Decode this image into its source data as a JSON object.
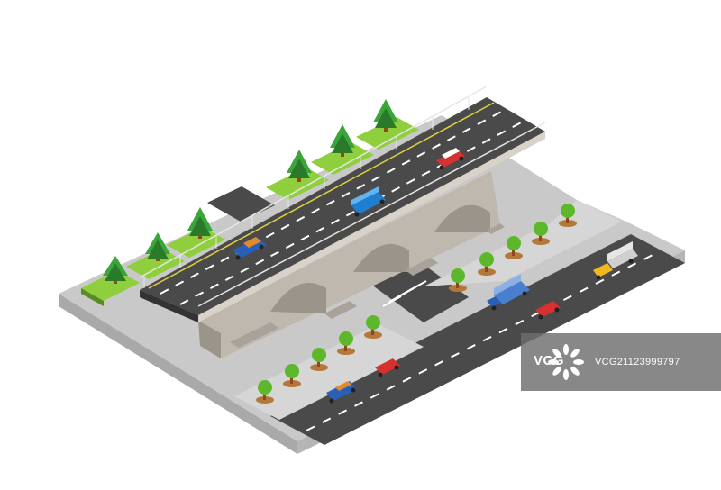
{
  "image": {
    "subject": "isometric city bridge with cars, trees and roads",
    "colors": {
      "ground": "#c9c9c9",
      "ground_light": "#d8d8d8",
      "road": "#4a4a4a",
      "road_side": "#333333",
      "lane_mark": "#ffffff",
      "grass": "#8fce3c",
      "grass_side": "#5a8a22",
      "tree": "#3aa63a",
      "tree_dark": "#2a7a2a",
      "trunk": "#8a4a1a",
      "bridge_stone": "#bfb8ae",
      "bridge_shadow": "#9a948b",
      "dirt": "#b5783b"
    },
    "icons": [
      "tree-icon",
      "car-icon",
      "bus-icon",
      "truck-icon",
      "bush-icon",
      "watermark-logo-icon"
    ]
  },
  "watermark": {
    "brand": "VCG",
    "id": "VCG21123999797"
  }
}
